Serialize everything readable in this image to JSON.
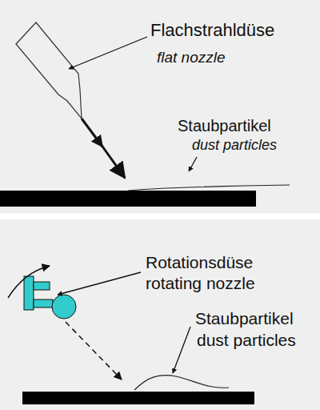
{
  "diagram": {
    "labels": [
      "Flachstrahldüse",
      "flat nozzle",
      "Staubpartikel",
      "dust particles",
      "Rotationsdüse",
      "rotating nozzle",
      "Staubpartikel",
      "dust particles"
    ]
  }
}
